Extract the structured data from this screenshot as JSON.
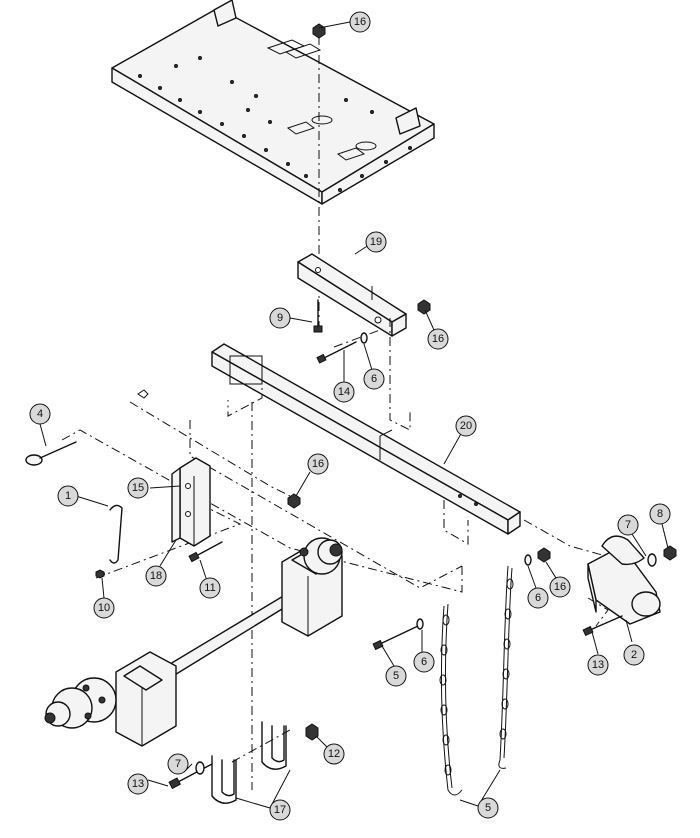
{
  "callouts": {
    "c16_top": "16",
    "c19": "19",
    "c9": "9",
    "c16_mid": "16",
    "c14": "14",
    "c6_mid": "6",
    "c20": "20",
    "c4": "4",
    "c15": "15",
    "c16_left": "16",
    "c1": "1",
    "c10": "10",
    "c18": "18",
    "c11": "11",
    "c7_right": "7",
    "c8": "8",
    "c6_right": "6",
    "c16_right": "16",
    "c5_mid": "5",
    "c6_lower": "6",
    "c13_right": "13",
    "c2": "2",
    "c12": "12",
    "c7_left": "7",
    "c13_left": "13",
    "c17": "17",
    "c5_bottom": "5"
  }
}
